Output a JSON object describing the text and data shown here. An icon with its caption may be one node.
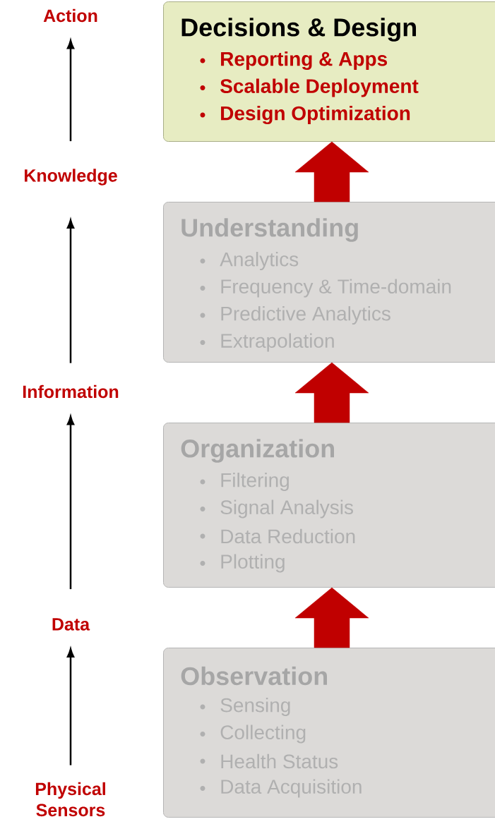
{
  "diagram": {
    "nodes": [
      {
        "text": [
          "Action"
        ]
      },
      {
        "text": [
          "Decisions & Design",
          "Reporting & Apps",
          "Scalable Deployment",
          "Design Optimization"
        ]
      },
      {
        "text": [
          "Knowledge"
        ]
      },
      {
        "text": [
          "Understanding",
          "Analytics",
          "Frequency & Time-domain",
          "Predictive Analytics",
          "Extrapolation"
        ]
      },
      {
        "text": [
          "Information"
        ]
      },
      {
        "text": [
          "Organization",
          "Filtering",
          "Signal Analysis",
          "Data Reduction",
          "Plotting"
        ]
      },
      {
        "text": [
          "Data"
        ]
      },
      {
        "text": [
          "Observation",
          "Sensing",
          "Collecting",
          "Health Status",
          "Data Acquisition"
        ]
      },
      {
        "text": [
          "Physical Sensors"
        ]
      }
    ],
    "edges": [
      {
        "from": 8,
        "to": 6,
        "arrow": "to"
      },
      {
        "from": 6,
        "to": 4,
        "arrow": "to"
      },
      {
        "from": 4,
        "to": 2,
        "arrow": "to"
      },
      {
        "from": 2,
        "to": 0,
        "arrow": "to"
      },
      {
        "from": 7,
        "to": 5,
        "arrow": "to",
        "style": "thick",
        "color": "#c00000"
      },
      {
        "from": 5,
        "to": 3,
        "arrow": "to",
        "style": "thick",
        "color": "#c00000"
      },
      {
        "from": 3,
        "to": 1,
        "arrow": "to",
        "style": "thick",
        "color": "#c00000"
      }
    ]
  }
}
